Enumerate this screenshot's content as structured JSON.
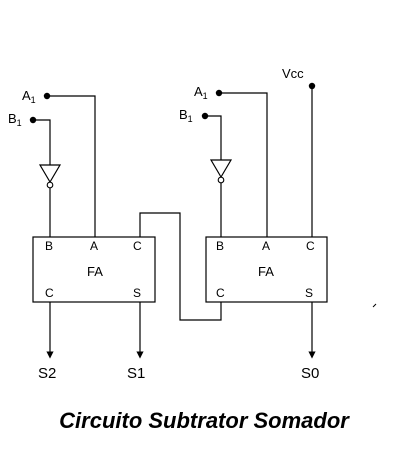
{
  "caption": "Circuito Subtrator Somador",
  "vcc": "Vcc",
  "left": {
    "inputs": [
      {
        "name": "A",
        "subscript": "1"
      },
      {
        "name": "B",
        "subscript": "1"
      }
    ],
    "block": {
      "label": "FA",
      "top_ports": [
        "B",
        "A",
        "C"
      ],
      "bottom_ports": [
        "C",
        "S"
      ]
    },
    "outputs": [
      "S2",
      "S1"
    ]
  },
  "right": {
    "inputs": [
      {
        "name": "A",
        "subscript": "1"
      },
      {
        "name": "B",
        "subscript": "1"
      }
    ],
    "block": {
      "label": "FA",
      "top_ports": [
        "B",
        "A",
        "C"
      ],
      "bottom_ports": [
        "C",
        "S"
      ]
    },
    "outputs": [
      "S0"
    ]
  }
}
